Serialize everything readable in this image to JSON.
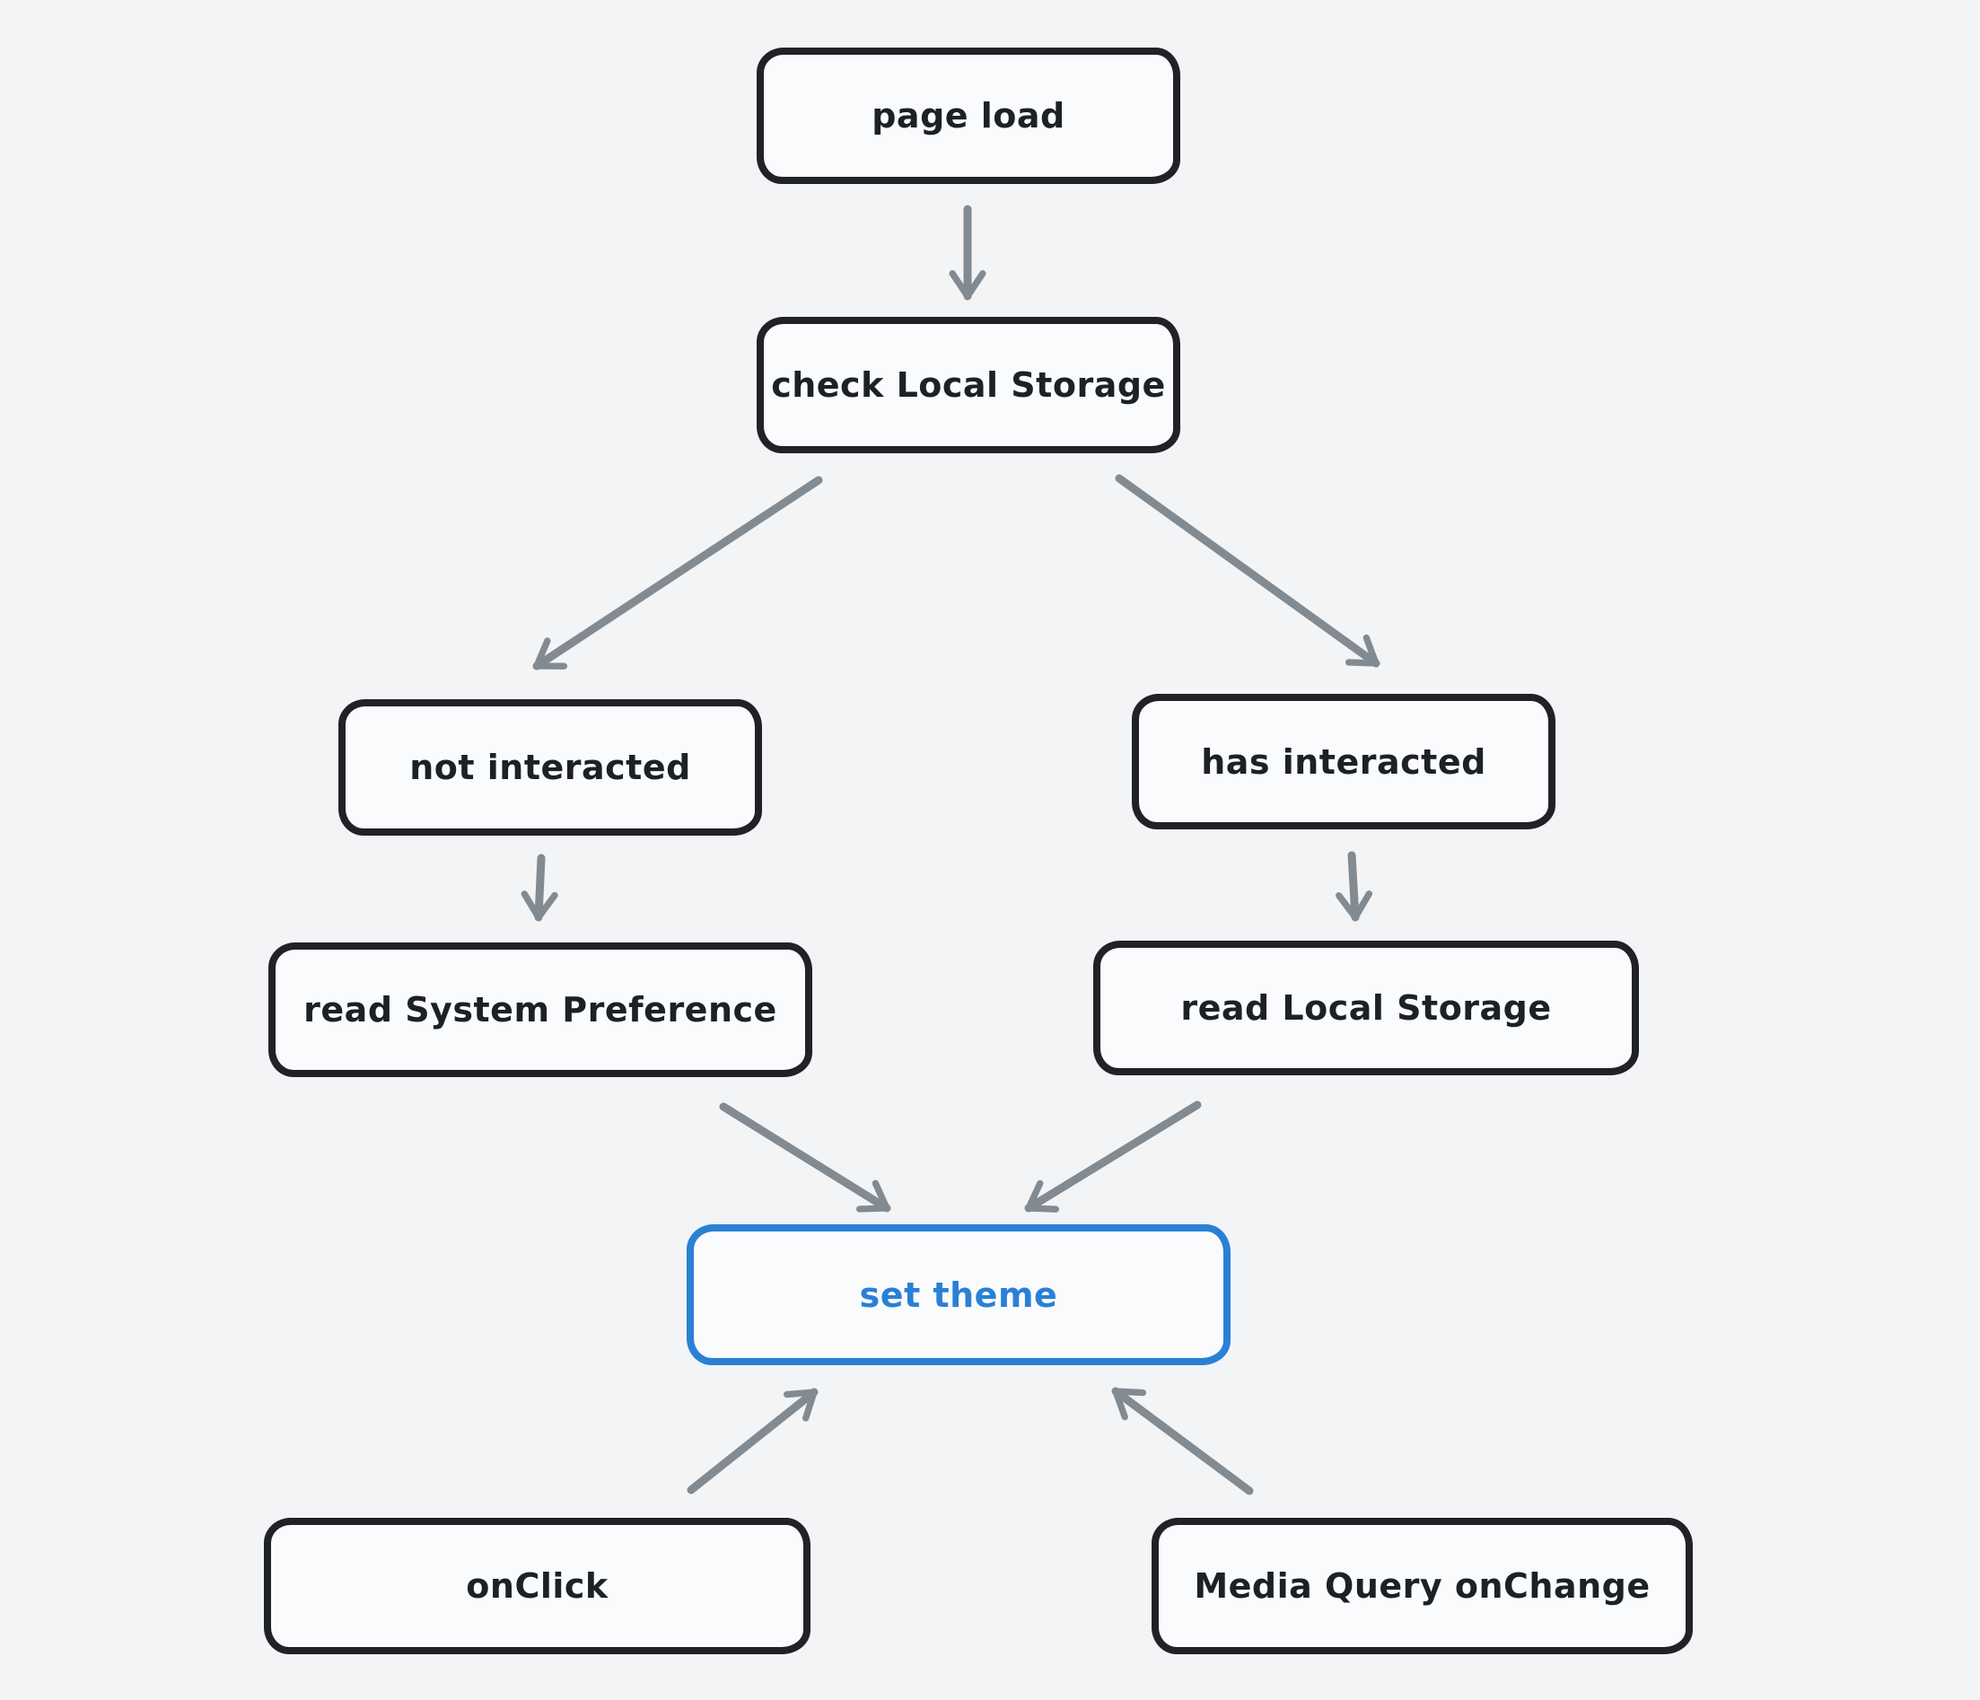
{
  "diagram": {
    "background_color": "#f3f4f6",
    "node_fill_color": "#fafbfd",
    "node_stroke_color": "#202228",
    "accent_color": "#2a80d5",
    "arrow_color": "#828a92",
    "nodes": [
      {
        "id": "page-load",
        "label": "page load"
      },
      {
        "id": "check-local-storage",
        "label": "check Local Storage"
      },
      {
        "id": "not-interacted",
        "label": "not interacted"
      },
      {
        "id": "has-interacted",
        "label": "has interacted"
      },
      {
        "id": "read-system-preference",
        "label": "read System Preference"
      },
      {
        "id": "read-local-storage",
        "label": "read Local Storage"
      },
      {
        "id": "set-theme",
        "label": "set theme",
        "accent": true
      },
      {
        "id": "onclick",
        "label": "onClick"
      },
      {
        "id": "media-query-onchange",
        "label": "Media Query onChange"
      }
    ],
    "edges": [
      {
        "from": "page load",
        "to": "check Local Storage"
      },
      {
        "from": "check Local Storage",
        "to": "not interacted"
      },
      {
        "from": "check Local Storage",
        "to": "has interacted"
      },
      {
        "from": "not interacted",
        "to": "read System Preference"
      },
      {
        "from": "has interacted",
        "to": "read Local Storage"
      },
      {
        "from": "read System Preference",
        "to": "set theme"
      },
      {
        "from": "read Local Storage",
        "to": "set theme"
      },
      {
        "from": "onClick",
        "to": "set theme"
      },
      {
        "from": "Media Query onChange",
        "to": "set theme"
      }
    ]
  }
}
